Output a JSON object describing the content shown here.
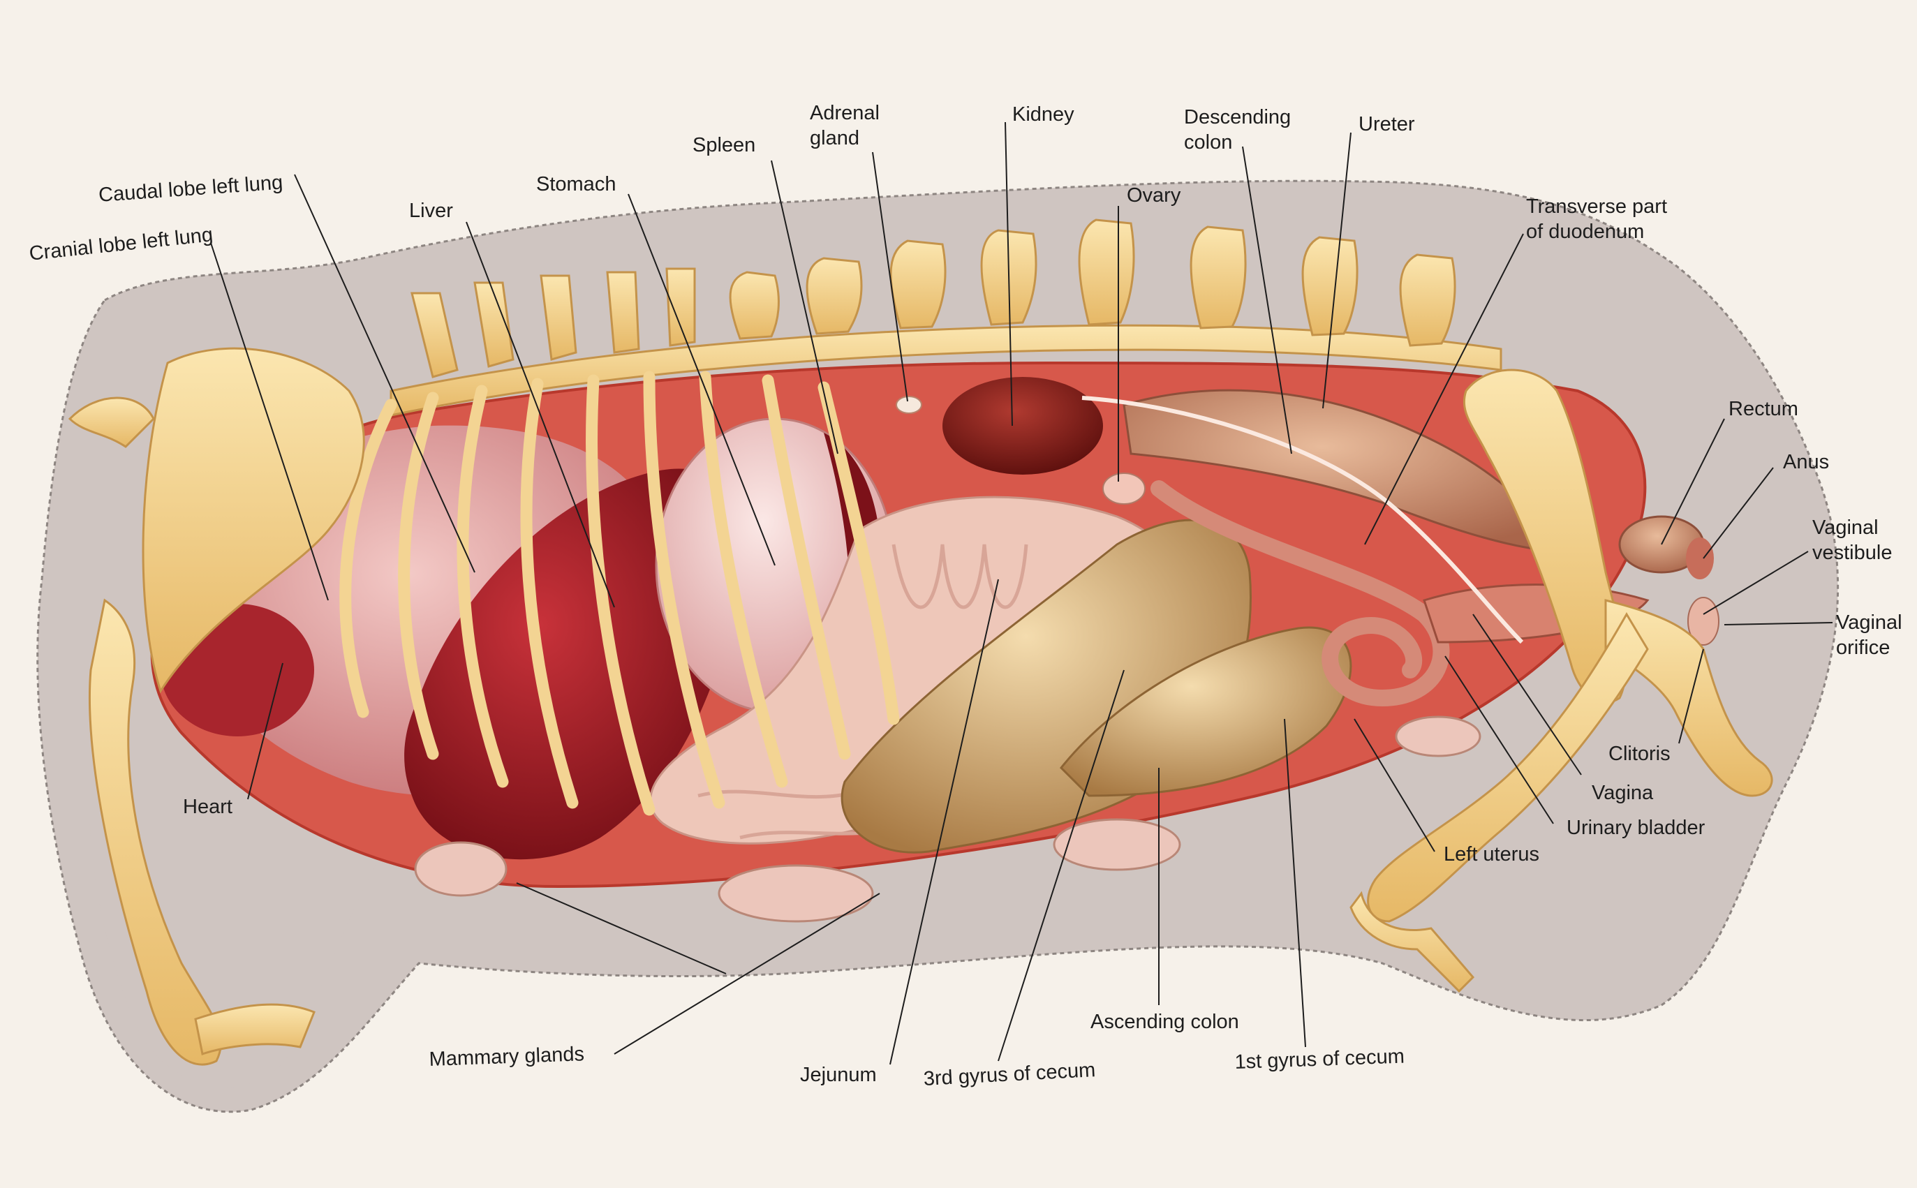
{
  "diagram": {
    "colors": {
      "background": "#f6f1ea",
      "silhouette": "#cfc5c1",
      "bone": "#f2d28c",
      "body_wall": "#d7584b",
      "lung": "#e2a3a3",
      "liver": "#9c1a1f",
      "intestine": "#eec7b9",
      "cecum": "#c99a63",
      "label_line": "#1d1d1d"
    },
    "labels": {
      "cranial_lobe_left_lung": "Cranial lobe left lung",
      "caudal_lobe_left_lung": "Caudal lobe left lung",
      "liver": "Liver",
      "stomach": "Stomach",
      "spleen": "Spleen",
      "adrenal_gland": "Adrenal\ngland",
      "kidney": "Kidney",
      "ovary": "Ovary",
      "descending_colon": "Descending\ncolon",
      "ureter": "Ureter",
      "transverse_duodenum": "Transverse part\nof duodenum",
      "rectum": "Rectum",
      "anus": "Anus",
      "vaginal_vestibule": "Vaginal\nvestibule",
      "vaginal_orifice": "Vaginal\norifice",
      "clitoris": "Clitoris",
      "vagina": "Vagina",
      "urinary_bladder": "Urinary bladder",
      "left_uterus": "Left uterus",
      "first_gyrus_cecum": "1st gyrus of cecum",
      "ascending_colon": "Ascending colon",
      "third_gyrus_cecum": "3rd gyrus of cecum",
      "jejunum": "Jejunum",
      "mammary_glands": "Mammary glands",
      "heart": "Heart"
    }
  }
}
